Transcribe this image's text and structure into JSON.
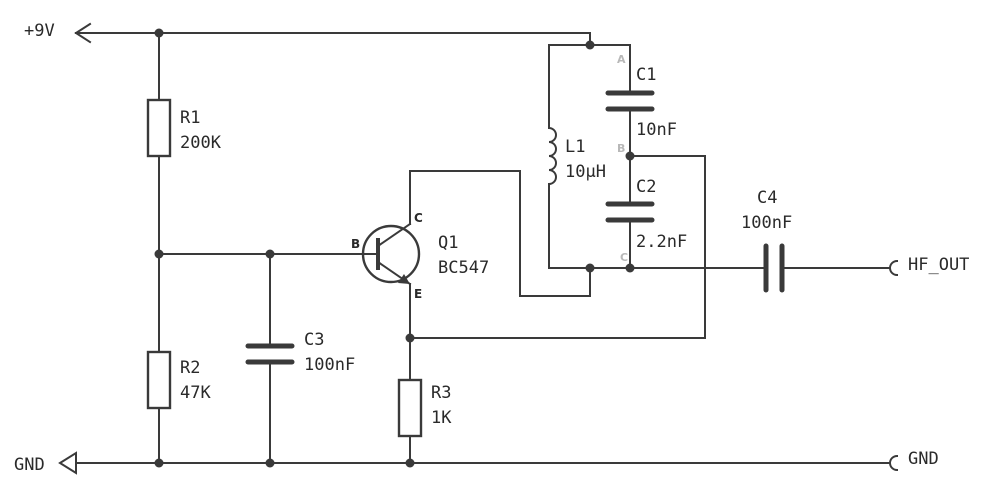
{
  "rails": {
    "supply_label": "+9V",
    "ground_label_left": "GND",
    "ground_label_right": "GND"
  },
  "output": {
    "label": "HF_OUT"
  },
  "components": {
    "r1": {
      "ref": "R1",
      "value": "200K"
    },
    "r2": {
      "ref": "R2",
      "value": "47K"
    },
    "r3": {
      "ref": "R3",
      "value": "1K"
    },
    "c1": {
      "ref": "C1",
      "value": "10nF"
    },
    "c2": {
      "ref": "C2",
      "value": "2.2nF"
    },
    "c3": {
      "ref": "C3",
      "value": "100nF"
    },
    "c4": {
      "ref": "C4",
      "value": "100nF"
    },
    "l1": {
      "ref": "L1",
      "value": "10µH"
    },
    "q1": {
      "ref": "Q1",
      "value": "BC547",
      "pin_base": "B",
      "pin_collector": "C",
      "pin_emitter": "E"
    }
  },
  "nodes": {
    "a": "A",
    "b": "B",
    "c": "C"
  },
  "colors": {
    "wire": "#3a3a3a",
    "text": "#2a2a2a",
    "node_label": "#b8b8b8",
    "background": "#ffffff"
  }
}
